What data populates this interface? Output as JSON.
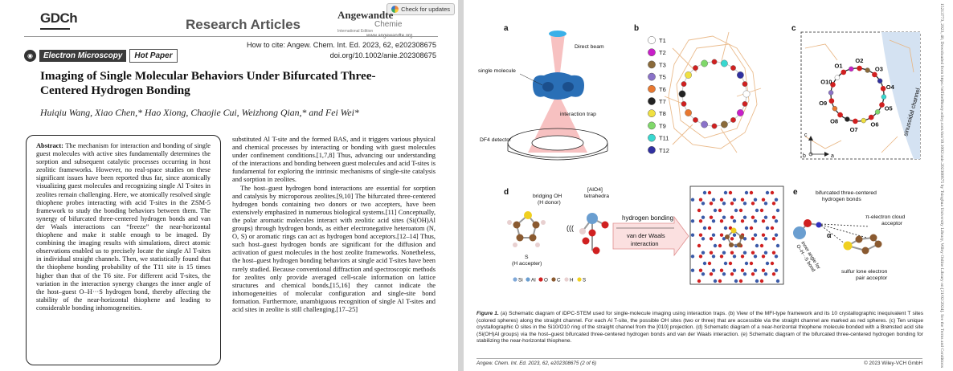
{
  "page1": {
    "check_updates": "Check for updates",
    "publisher": "GDCh",
    "section": "Research Articles",
    "journal_logo": {
      "name": "Angewandte",
      "sub": "Chemie",
      "edition": "International Edition",
      "url": "www.angewandte.org"
    },
    "cite_line1": "How to cite: Angew. Chem. Int. Ed. 2023, 62, e202308675",
    "cite_line2": "doi.org/10.1002/anie.202308675",
    "tag1": "Electron Microscopy",
    "tag2": "Hot Paper",
    "title": "Imaging of Single Molecular Behaviors Under Bifurcated Three-Centered Hydrogen Bonding",
    "authors": "Huiqiu Wang, Xiao Chen,* Hao Xiong, Chaojie Cui, Weizhong Qian,* and Fei Wei*",
    "abstract_label": "Abstract:",
    "abstract": "The mechanism for interaction and bonding of single guest molecules with active sites fundamentally determines the sorption and subsequent catalytic processes occurring in host zeolitic frameworks. However, no real-space studies on these significant issues have been reported thus far, since atomically visualizing guest molecules and recognizing single Al T-sites in zeolites remain challenging. Here, we atomically resolved single thiophene probes interacting with acid T-sites in the ZSM-5 framework to study the bonding behaviors between them. The synergy of bifurcated three-centered hydrogen bonds and van der Waals interactions can “freeze” the near-horizontal thiophene and make it stable enough to be imaged. By combining the imaging results with simulations, direct atomic observations enabled us to precisely locate the single Al T-sites in individual straight channels. Then, we statistically found that the thiophene bonding probability of the T11 site is 15 times higher than that of the T6 site. For different acid T-sites, the variation in the interaction synergy changes the inner angle of the host–guest O–H···S hydrogen bond, thereby affecting the stability of the near-horizontal thiophene and leading to considerable bonding inhomogeneities.",
    "col2_p1": "substituted Al T-site and the formed BAS, and it triggers various physical and chemical processes by interacting or bonding with guest molecules under confinement conditions.[1,7,8] Thus, advancing our understanding of the interactions and bonding between guest molecules and acid T-sites is fundamental for exploring the intrinsic mechanisms of single-site catalysis and sorption in zeolites.",
    "col2_p2": "The host–guest hydrogen bond interactions are essential for sorption and catalysis by microporous zeolites.[9,10] The bifurcated three-centered hydrogen bonds containing two donors or two accepters, have been extensively emphasized in numerous biological systems.[11] Conceptually, the polar aromatic molecules interact with zeolitic acid sites (Si(OH)Al groups) through hydrogen bonds, as either electronegative heteroatom (N, O, S) or aromatic rings can act as hydrogen bond acceptors.[12–14] Thus, such host–guest hydrogen bonds are significant for the diffusion and activation of guest molecules in the host zeolite frameworks. Nonetheless, the host–guest hydrogen bonding behaviors at single acid T-sites have been rarely studied. Because conventional diffraction and spectroscopic methods for zeolites only provide averaged cell-scale information on lattice structures and chemical bonds,[15,16] they cannot indicate the inhomogeneities of molecular configuration and single-site bond formation. Furthermore, unambiguous recognition of single Al T-sites and acid sites in zeolite is still challenging.[17–25]"
  },
  "page2": {
    "panel_a": {
      "label": "a",
      "direct_beam": "Direct beam",
      "single_molecule": "single molecule",
      "trap": "interaction trap",
      "detector": "DF4 detector"
    },
    "panel_b": {
      "label": "b",
      "legend": [
        "T1",
        "T2",
        "T3",
        "T5",
        "T6",
        "T7",
        "T8",
        "T9",
        "T11",
        "T12"
      ],
      "colors": [
        "#ffffff",
        "#c81fc8",
        "#8a6a3a",
        "#8a72c8",
        "#e87830",
        "#222222",
        "#f0e040",
        "#7fd86a",
        "#38d8d0",
        "#3030a0"
      ]
    },
    "panel_c": {
      "label": "c",
      "oxygens": [
        "O1",
        "O2",
        "O3",
        "O4",
        "O5",
        "O6",
        "O7",
        "O8",
        "O9",
        "O10"
      ],
      "channel": "sinusoidal channel",
      "axis_c": "c",
      "axis_b": "b",
      "axis_a": "a"
    },
    "panel_d": {
      "label": "d",
      "bridging": "bridging OH",
      "donor": "(H donor)",
      "alo4": "[AlO4]",
      "tetra": "tetrahedra",
      "s": "S",
      "acceptor": "(H accepter)",
      "hbond": "hydrogen bonding",
      "vdw1": "van der Waals",
      "vdw2": "interaction",
      "elements": [
        "Si",
        "Al",
        "O",
        "C",
        "H",
        "S"
      ]
    },
    "panel_e": {
      "label": "e",
      "title1": "bifurcated three-centered",
      "title2": "hydrogen bonds",
      "pi1": "π-electron cloud",
      "pi2": "acceptor",
      "alpha": "α",
      "inner1": "inner angle for",
      "inner2": "O–H···S bond",
      "lone1": "sulfur lone electron",
      "lone2": "pair acceptor"
    },
    "caption_label": "Figure 1.",
    "caption": "(a) Schematic diagram of iDPC-STEM used for single-molecule imaging using interaction traps. (b) View of the MFI-type framework and its 10 crystallographic inequivalent T sites (colored spheres) along the straight channel. For each Al T-site, the possible OH sites (two or three) that are accessible via the straight channel are marked as red spheres. (c) Ten unique crystallographic O sites in the Si10/O10 ring of the straight channel from the [010] projection. (d) Schematic diagram of a near-horizontal thiophene molecule bonded with a Brønsted acid site (Si(OH)Al groups) via the host–guest bifurcated three-centered hydrogen bonds and van der Waals interaction. (e) Schematic diagram of the bifurcated three-centered hydrogen bonding for stabilizing the near-horizontal thiophene.",
    "footer_left": "Angew. Chem. Int. Ed. 2023, 62, e202308675 (2 of 6)",
    "footer_right": "© 2023 Wiley-VCH GmbH"
  },
  "strip_text": "15213773, 2023, 40, Downloaded from https://onlinelibrary.wiley.com/doi/10.1002/anie.202308675 by Tsinghua University Library, Wiley Online Library on [21/02/2024]. See the Terms and Conditions (https://onlinelibrary.wiley.com/terms-and-conditions) on Wiley Online Library for rules of use; OA articles are governed by the applicable Creative Commons License"
}
